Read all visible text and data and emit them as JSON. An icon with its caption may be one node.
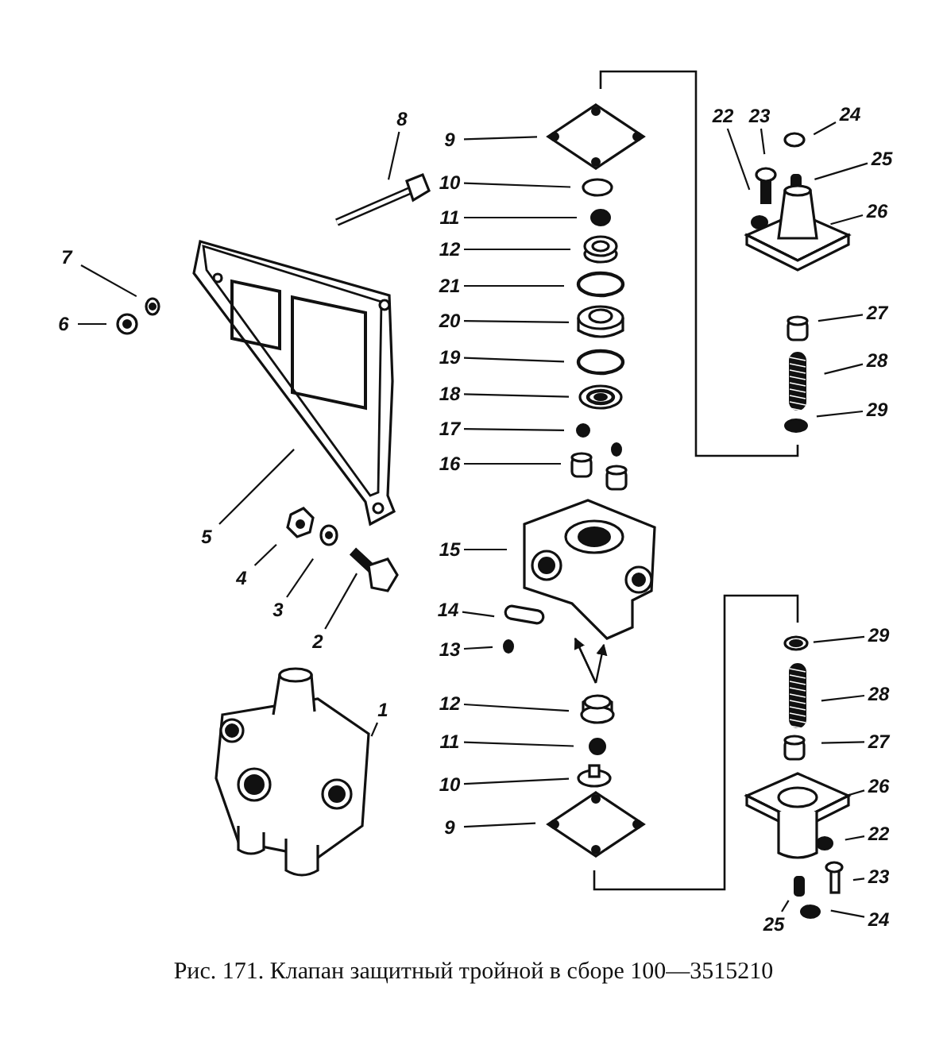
{
  "diagram": {
    "caption": "Рис. 171. Клапан защитный тройной в сборе 100—3515210",
    "nodes": [
      {
        "text": [
          "8"
        ]
      },
      {
        "text": [
          "7"
        ]
      },
      {
        "text": [
          "6"
        ]
      },
      {
        "text": [
          "5"
        ]
      },
      {
        "text": [
          "4"
        ]
      },
      {
        "text": [
          "3"
        ]
      },
      {
        "text": [
          "2"
        ]
      },
      {
        "text": [
          "1"
        ]
      },
      {
        "text": [
          "9"
        ]
      },
      {
        "text": [
          "10"
        ]
      },
      {
        "text": [
          "11"
        ]
      },
      {
        "text": [
          "12"
        ]
      },
      {
        "text": [
          "21"
        ]
      },
      {
        "text": [
          "20"
        ]
      },
      {
        "text": [
          "19"
        ]
      },
      {
        "text": [
          "18"
        ]
      },
      {
        "text": [
          "17"
        ]
      },
      {
        "text": [
          "16"
        ]
      },
      {
        "text": [
          "15"
        ]
      },
      {
        "text": [
          "14"
        ]
      },
      {
        "text": [
          "13"
        ]
      },
      {
        "text": [
          "12"
        ]
      },
      {
        "text": [
          "11"
        ]
      },
      {
        "text": [
          "10"
        ]
      },
      {
        "text": [
          "9"
        ]
      },
      {
        "text": [
          "22"
        ]
      },
      {
        "text": [
          "23"
        ]
      },
      {
        "text": [
          "24"
        ]
      },
      {
        "text": [
          "25"
        ]
      },
      {
        "text": [
          "26"
        ]
      },
      {
        "text": [
          "27"
        ]
      },
      {
        "text": [
          "28"
        ]
      },
      {
        "text": [
          "29"
        ]
      },
      {
        "text": [
          "29"
        ]
      },
      {
        "text": [
          "28"
        ]
      },
      {
        "text": [
          "27"
        ]
      },
      {
        "text": [
          "26"
        ]
      },
      {
        "text": [
          "22"
        ]
      },
      {
        "text": [
          "23"
        ]
      },
      {
        "text": [
          "25"
        ]
      },
      {
        "text": [
          "24"
        ]
      }
    ],
    "edges": [
      {
        "from": 0,
        "to": null,
        "arrow": "none"
      },
      {
        "from": 1,
        "to": null,
        "arrow": "none"
      },
      {
        "from": 2,
        "to": null,
        "arrow": "none"
      },
      {
        "from": 3,
        "to": null,
        "arrow": "none"
      },
      {
        "from": 4,
        "to": null,
        "arrow": "none"
      },
      {
        "from": 5,
        "to": null,
        "arrow": "none"
      },
      {
        "from": 6,
        "to": null,
        "arrow": "none"
      },
      {
        "from": 7,
        "to": null,
        "arrow": "none"
      },
      {
        "from": 8,
        "to": null,
        "arrow": "none"
      },
      {
        "from": 9,
        "to": null,
        "arrow": "none"
      },
      {
        "from": 10,
        "to": null,
        "arrow": "none"
      },
      {
        "from": 11,
        "to": null,
        "arrow": "none"
      },
      {
        "from": 12,
        "to": null,
        "arrow": "none"
      },
      {
        "from": 13,
        "to": null,
        "arrow": "none"
      },
      {
        "from": 14,
        "to": null,
        "arrow": "none"
      },
      {
        "from": 15,
        "to": null,
        "arrow": "none"
      },
      {
        "from": 16,
        "to": null,
        "arrow": "none"
      },
      {
        "from": 17,
        "to": null,
        "arrow": "none"
      },
      {
        "from": 18,
        "to": null,
        "arrow": "none"
      },
      {
        "from": 19,
        "to": null,
        "arrow": "none"
      },
      {
        "from": 20,
        "to": null,
        "arrow": "none"
      },
      {
        "from": 21,
        "to": null,
        "arrow": "none"
      },
      {
        "from": 22,
        "to": null,
        "arrow": "none"
      },
      {
        "from": 23,
        "to": null,
        "arrow": "none"
      },
      {
        "from": 24,
        "to": null,
        "arrow": "none"
      },
      {
        "from": 25,
        "to": null,
        "arrow": "none"
      },
      {
        "from": 26,
        "to": null,
        "arrow": "none"
      },
      {
        "from": 27,
        "to": null,
        "arrow": "none"
      },
      {
        "from": 28,
        "to": null,
        "arrow": "none"
      },
      {
        "from": 29,
        "to": null,
        "arrow": "none"
      },
      {
        "from": 30,
        "to": null,
        "arrow": "none"
      },
      {
        "from": 31,
        "to": null,
        "arrow": "none"
      },
      {
        "from": 32,
        "to": null,
        "arrow": "none"
      },
      {
        "from": 33,
        "to": null,
        "arrow": "none"
      },
      {
        "from": 34,
        "to": null,
        "arrow": "none"
      },
      {
        "from": 35,
        "to": null,
        "arrow": "none"
      },
      {
        "from": 36,
        "to": null,
        "arrow": "none"
      },
      {
        "from": 37,
        "to": null,
        "arrow": "none"
      },
      {
        "from": 38,
        "to": null,
        "arrow": "none"
      },
      {
        "from": 39,
        "to": null,
        "arrow": "none"
      },
      {
        "from": 40,
        "to": null,
        "arrow": "none"
      }
    ]
  }
}
